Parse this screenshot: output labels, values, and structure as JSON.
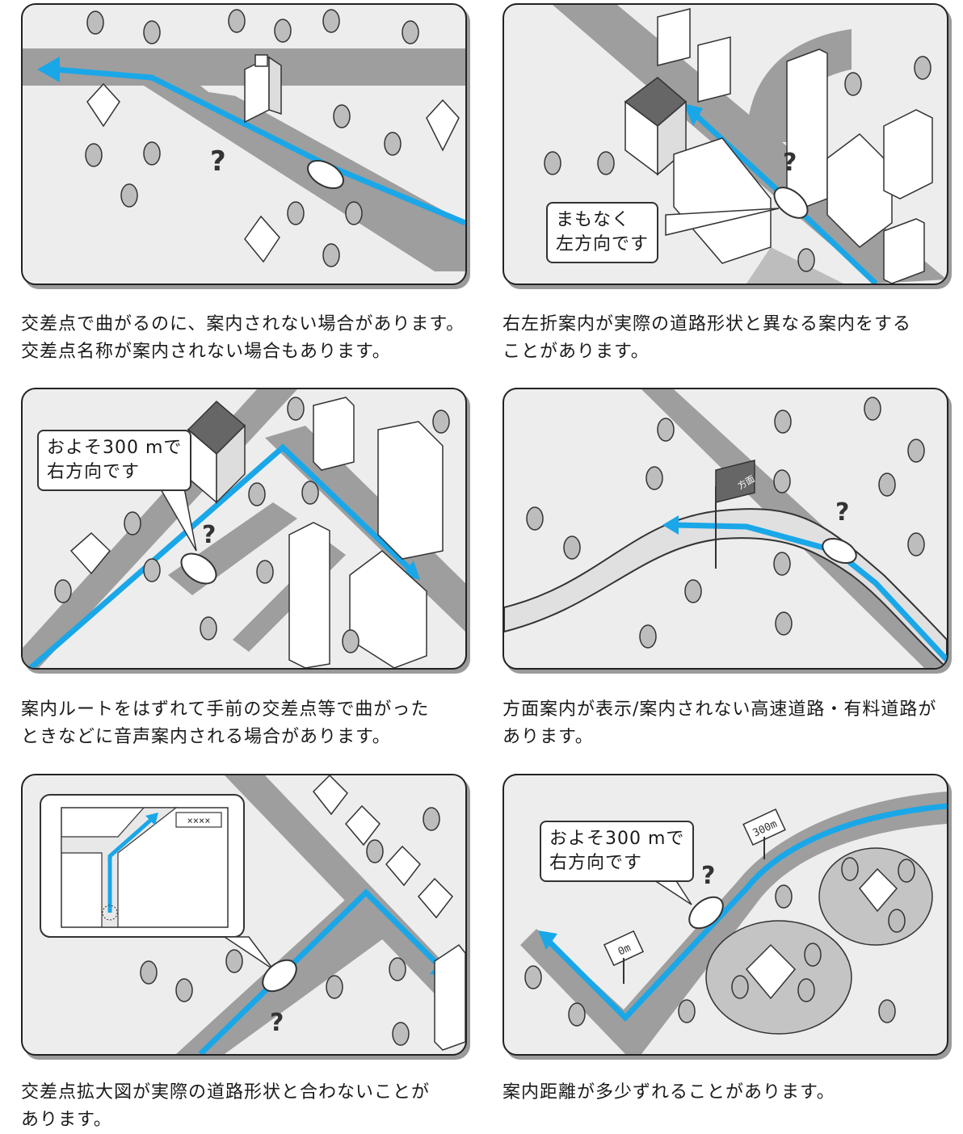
{
  "panels": [
    {
      "caption": [
        "交差点で曲がるのに、案内されない場合があります。",
        "交差点名称が案内されない場合もあります。"
      ]
    },
    {
      "caption": [
        "右左折案内が実際の道路形状と異なる案内をする",
        "ことがあります。"
      ],
      "bubble": [
        "まもなく",
        "左方向です"
      ]
    },
    {
      "caption": [
        "案内ルートをはずれて手前の交差点等で曲がった",
        "ときなどに音声案内される場合があります。"
      ],
      "bubble": [
        "およそ300 mで",
        "右方向です"
      ]
    },
    {
      "caption": [
        "方面案内が表示/案内されない高速道路・有料道路が",
        "あります。"
      ],
      "sign": "方面"
    },
    {
      "caption": [
        "交差点拡大図が実際の道路形状と合わないことが",
        "あります。"
      ],
      "inset_label": "××××"
    },
    {
      "caption": [
        "案内距離が多少ずれることがあります。"
      ],
      "bubble": [
        "およそ300 mで",
        "右方向です"
      ],
      "sign_far": "300m",
      "sign_near": "0m"
    }
  ],
  "colors": {
    "route": "#1aa7e8",
    "road": "#9e9e9e",
    "ground": "#ededed",
    "building": "#ffffff",
    "tree": "#bdbdbd"
  }
}
